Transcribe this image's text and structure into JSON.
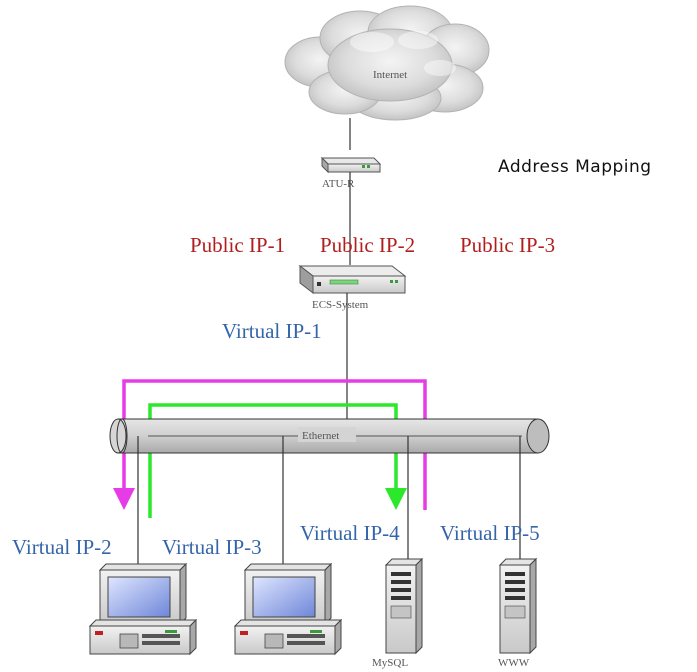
{
  "title": "Address Mapping",
  "colors": {
    "public_ip": "#b01e1e",
    "virtual_ip": "#3565a9",
    "magenta_path": "#e63be6",
    "green_path": "#2be82b"
  },
  "nodes": {
    "internet": "Internet",
    "router": "ATU-R",
    "ecs": "ECS-System",
    "ethernet": "Ethernet",
    "mysql": "MySQL",
    "www": "WWW"
  },
  "public_ips": [
    "Public IP-1",
    "Public IP-2",
    "Public IP-3"
  ],
  "virtual_ips": [
    "Virtual IP-1",
    "Virtual IP-2",
    "Virtual IP-3",
    "Virtual IP-4",
    "Virtual IP-5"
  ]
}
